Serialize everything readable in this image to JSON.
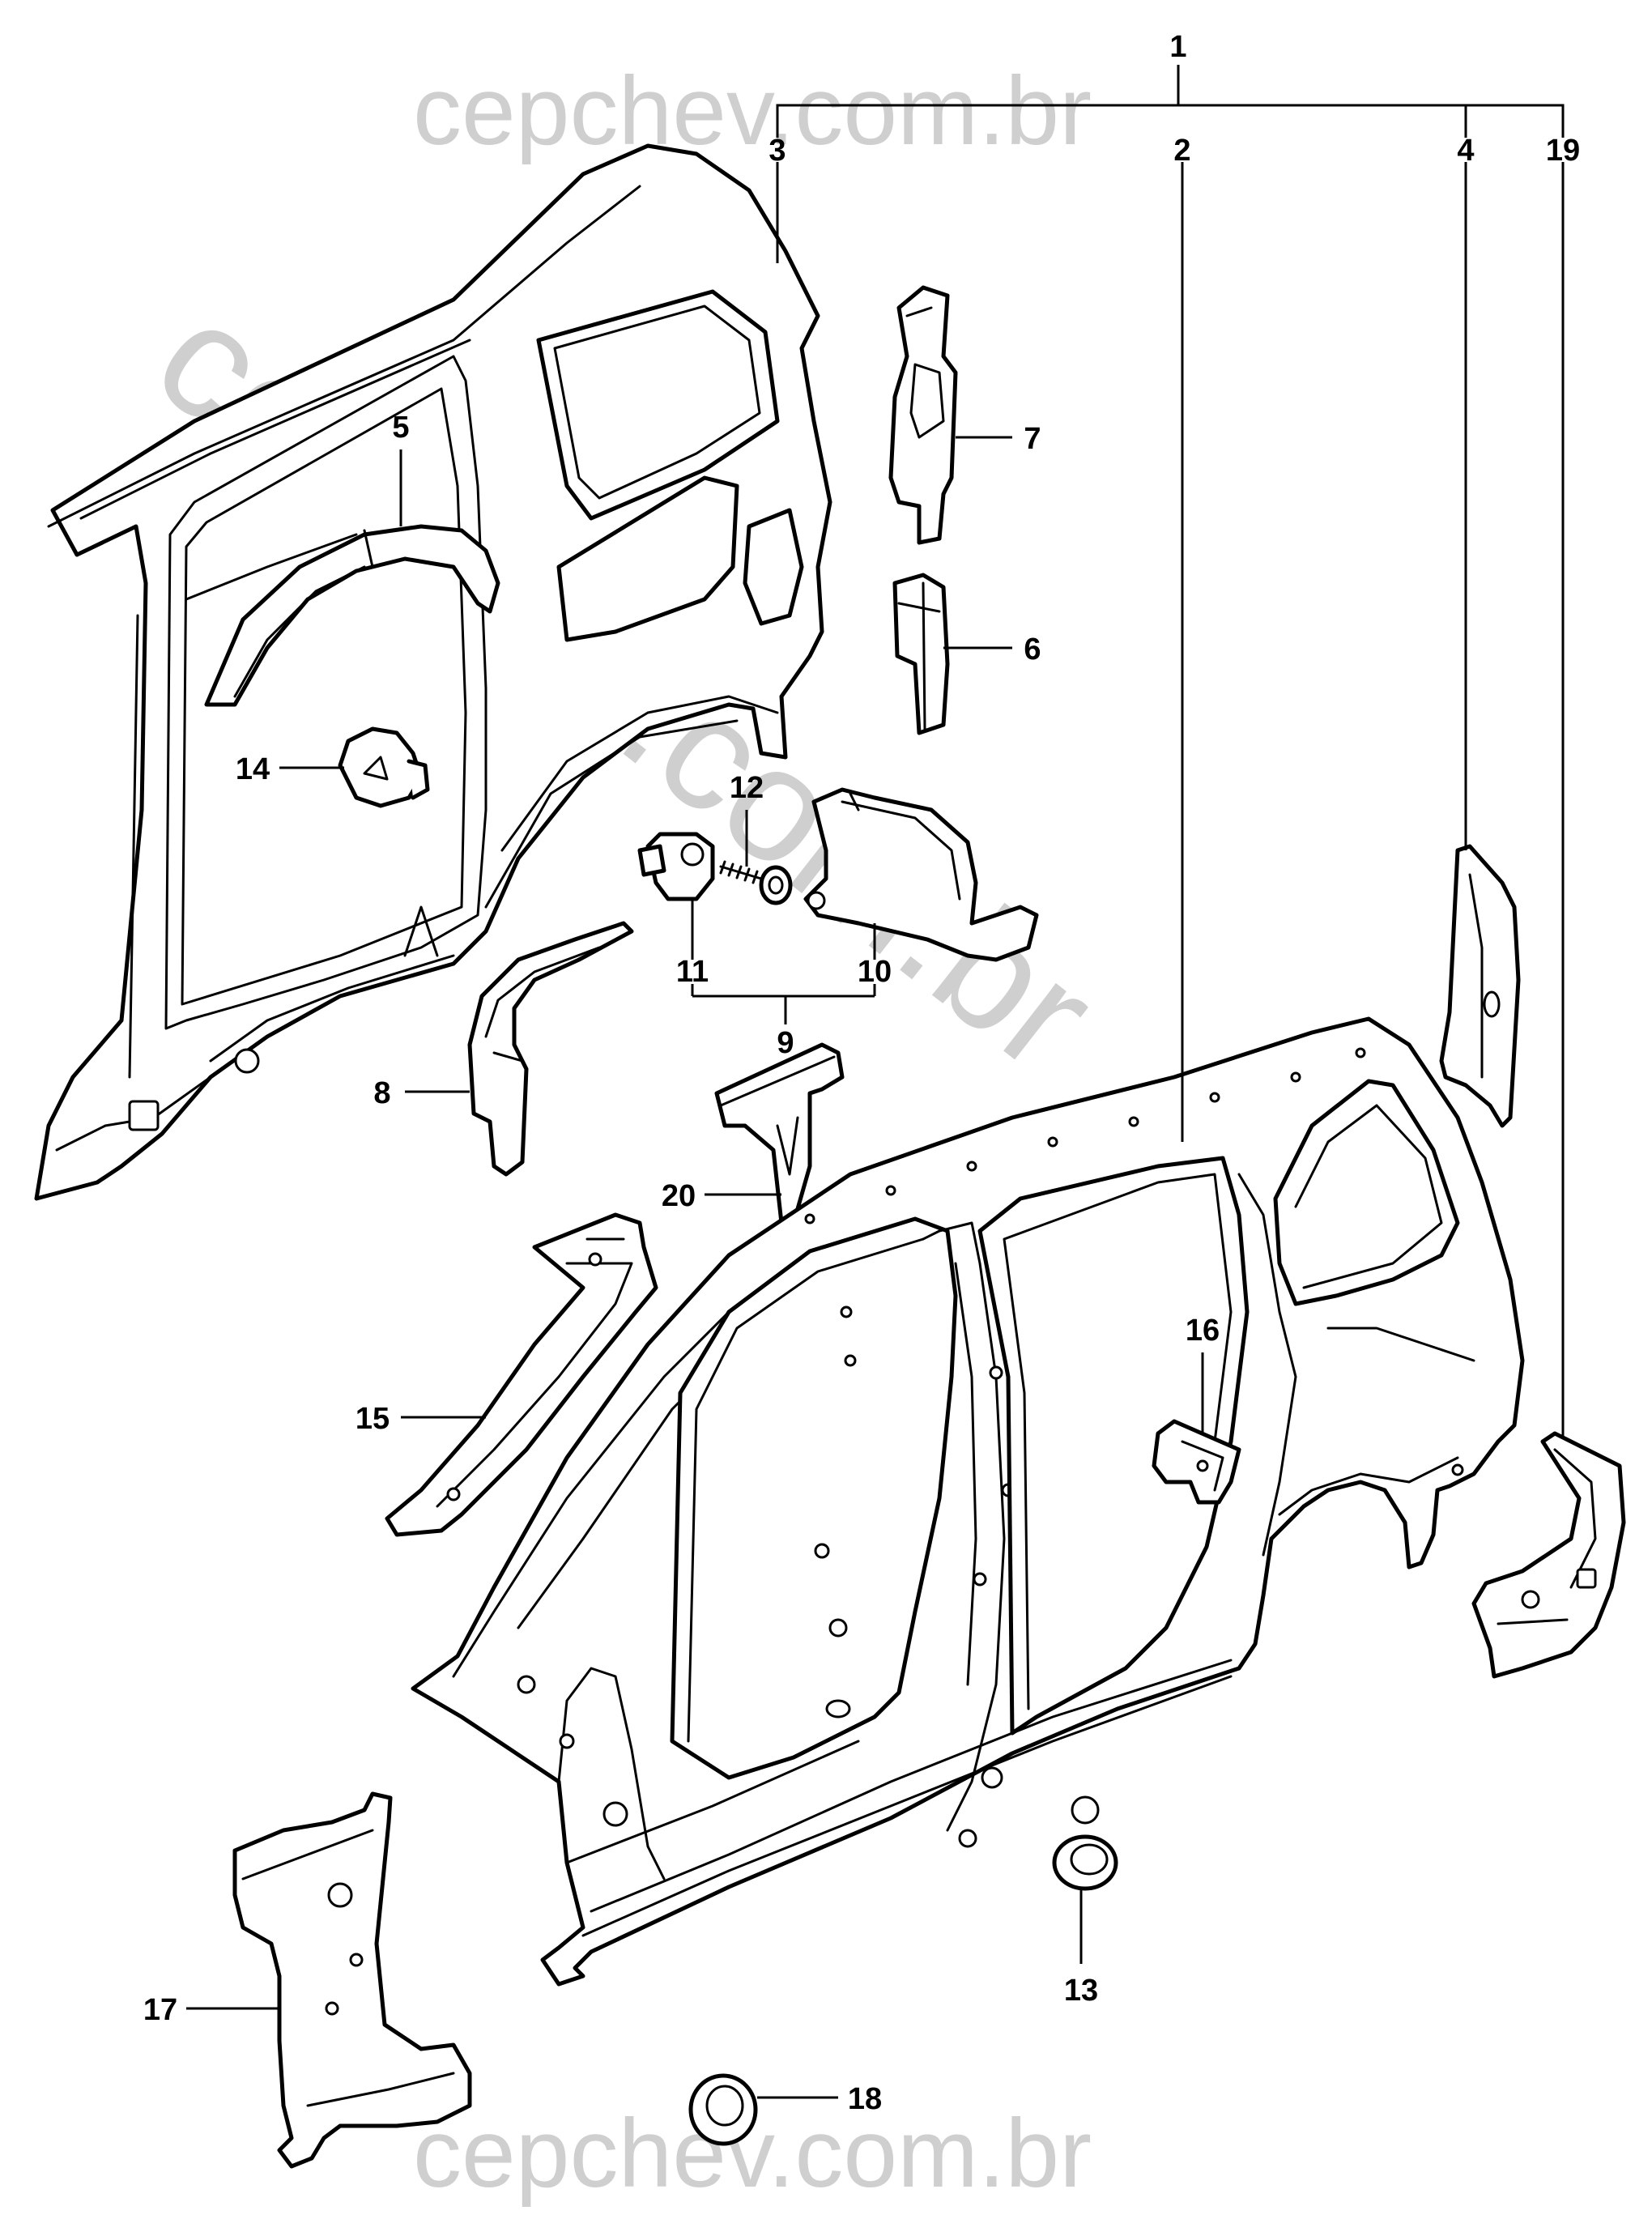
{
  "watermark": {
    "top": "cepchev.com.br",
    "diagonal": "cepchev.com.br",
    "bottom": "cepchev.com.br",
    "color": "#cfcfcf"
  },
  "callouts": {
    "c1": "1",
    "c2": "2",
    "c3": "3",
    "c4": "4",
    "c5": "5",
    "c6": "6",
    "c7": "7",
    "c8": "8",
    "c9": "9",
    "c10": "10",
    "c11": "11",
    "c12": "12",
    "c13": "13",
    "c14": "14",
    "c15": "15",
    "c16": "16",
    "c17": "17",
    "c18": "18",
    "c19": "19",
    "c20": "20"
  }
}
